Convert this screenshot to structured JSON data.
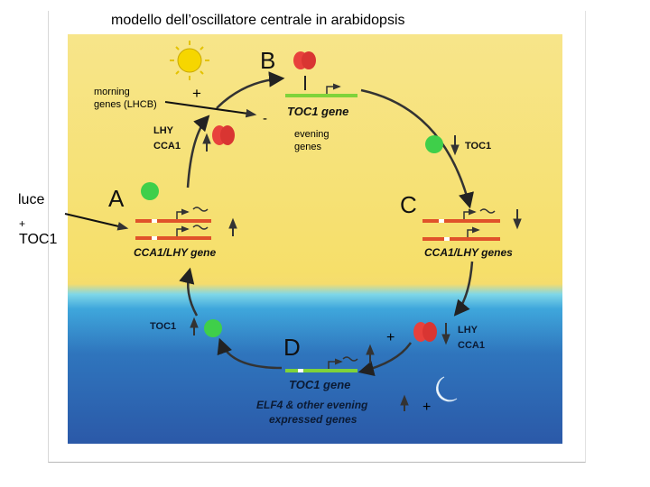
{
  "title": "modello dell’oscillatore centrale in arabidopsis",
  "annotations": {
    "morning_genes": "morning\ngenes (LHCB)",
    "plus_morning": "+",
    "minus": "-",
    "evening_genes": "evening\ngenes",
    "luce": "luce",
    "luce_plus": "+",
    "luce_toc1": "TOC1",
    "plus_d": "+",
    "plus_moon": "+"
  },
  "diagram": {
    "phase_b": "B",
    "phase_a": "A",
    "phase_c": "C",
    "phase_d": "D",
    "toc1_gene_top": "TOC1 gene",
    "lhy_left": "LHY",
    "cca1_left": "CCA1",
    "toc1_right": "TOC1",
    "cca1lhy_gene_left": "CCA1/LHY gene",
    "cca1lhy_genes_right": "CCA1/LHY genes",
    "toc1_bottom_left": "TOC1",
    "lhy_right": "LHY",
    "cca1_right": "CCA1",
    "toc1_gene_bottom": "TOC1 gene",
    "elf4_line1": "ELF4 & other evening",
    "elf4_line2": "expressed genes"
  },
  "colors": {
    "sky": "#f6df6a",
    "sea": "#2f75bd",
    "protein_red": "#e8413c",
    "protein_green": "#3fcf4a",
    "gene_green": "#7fd33a",
    "gene_red": "#e0522a"
  }
}
